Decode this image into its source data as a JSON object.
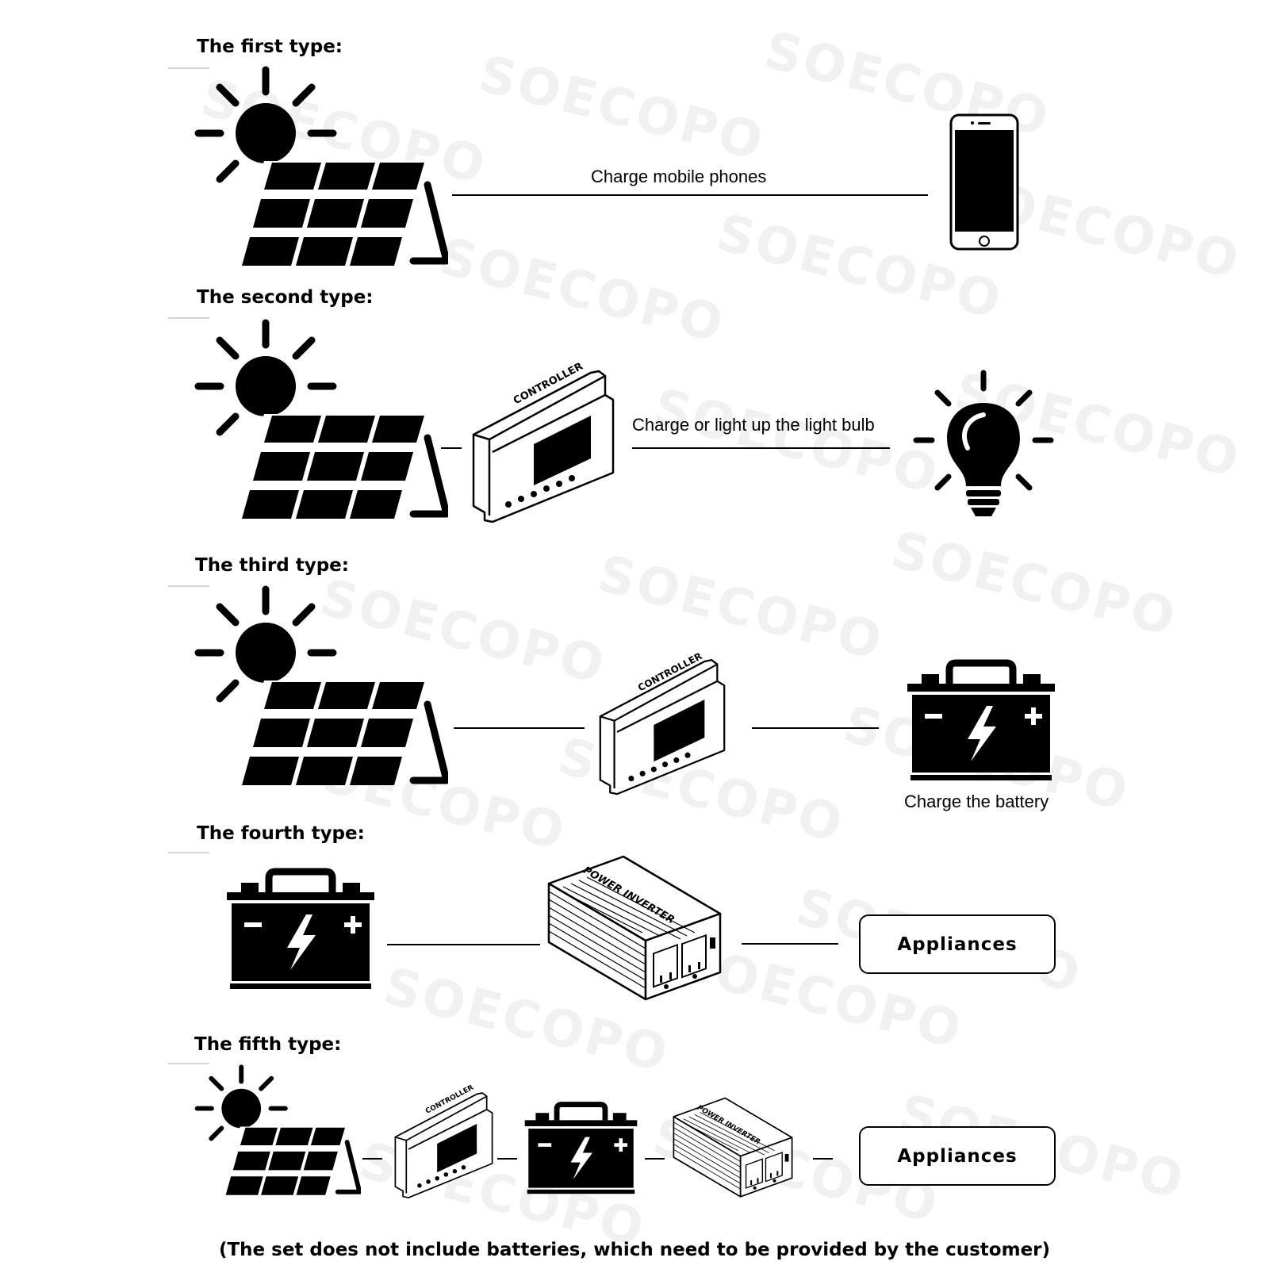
{
  "watermark": "SOECOPO",
  "sections": [
    {
      "heading": "The first type:",
      "caption": "Charge mobile phones"
    },
    {
      "heading": "The second type:",
      "caption": "Charge or light up the light bulb"
    },
    {
      "heading": "The third type:",
      "caption": "Charge the battery"
    },
    {
      "heading": "The fourth type:",
      "appliances": "Appliances"
    },
    {
      "heading": "The fifth type:",
      "appliances": "Appliances"
    }
  ],
  "labels": {
    "controller": "CONTROLLER",
    "inverter": "POWER INVERTER",
    "minus": "−",
    "plus": "+"
  },
  "footnote": "(The set does not include batteries, which need to be provided by the customer)"
}
